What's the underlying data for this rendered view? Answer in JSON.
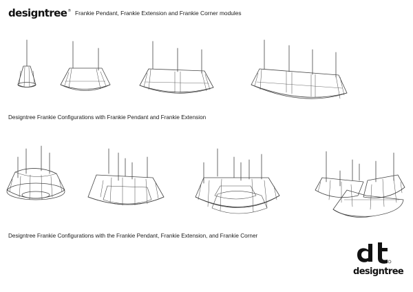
{
  "brand": {
    "wordmark": "designtree",
    "registered_mark": "®"
  },
  "header": {
    "title": "Frankie Pendant, Frankie Extension and Frankie Corner modules"
  },
  "captions": {
    "row1": "Designtree Frankie Configurations with Frankie Pendant and Frankie Extension",
    "row2": "Designtree Frankie Configurations with the Frankie Pendant, Frankie Extension, and Frankie Corner"
  },
  "logo": {
    "monogram": "dt",
    "wordmark": "designtree"
  },
  "colors": {
    "line": "#444444",
    "text": "#1a1a1a"
  }
}
